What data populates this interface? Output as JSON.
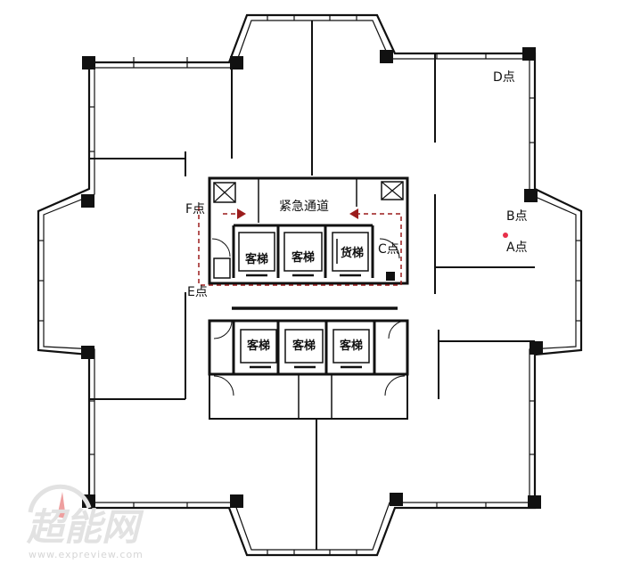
{
  "points": {
    "a": "A点",
    "b": "B点",
    "c": "C点",
    "d": "D点",
    "e": "E点",
    "f": "F点"
  },
  "rooms": {
    "emergency_passage": "紧急通道",
    "passenger_elevator": "客梯",
    "freight_elevator": "货梯"
  },
  "watermark": {
    "logo": "超能网",
    "url": "www.expreview.com"
  },
  "colors": {
    "wall": "#111111",
    "route": "#9b1c1c",
    "marker": "#e8304a",
    "watermark": "#e2e2e2"
  }
}
